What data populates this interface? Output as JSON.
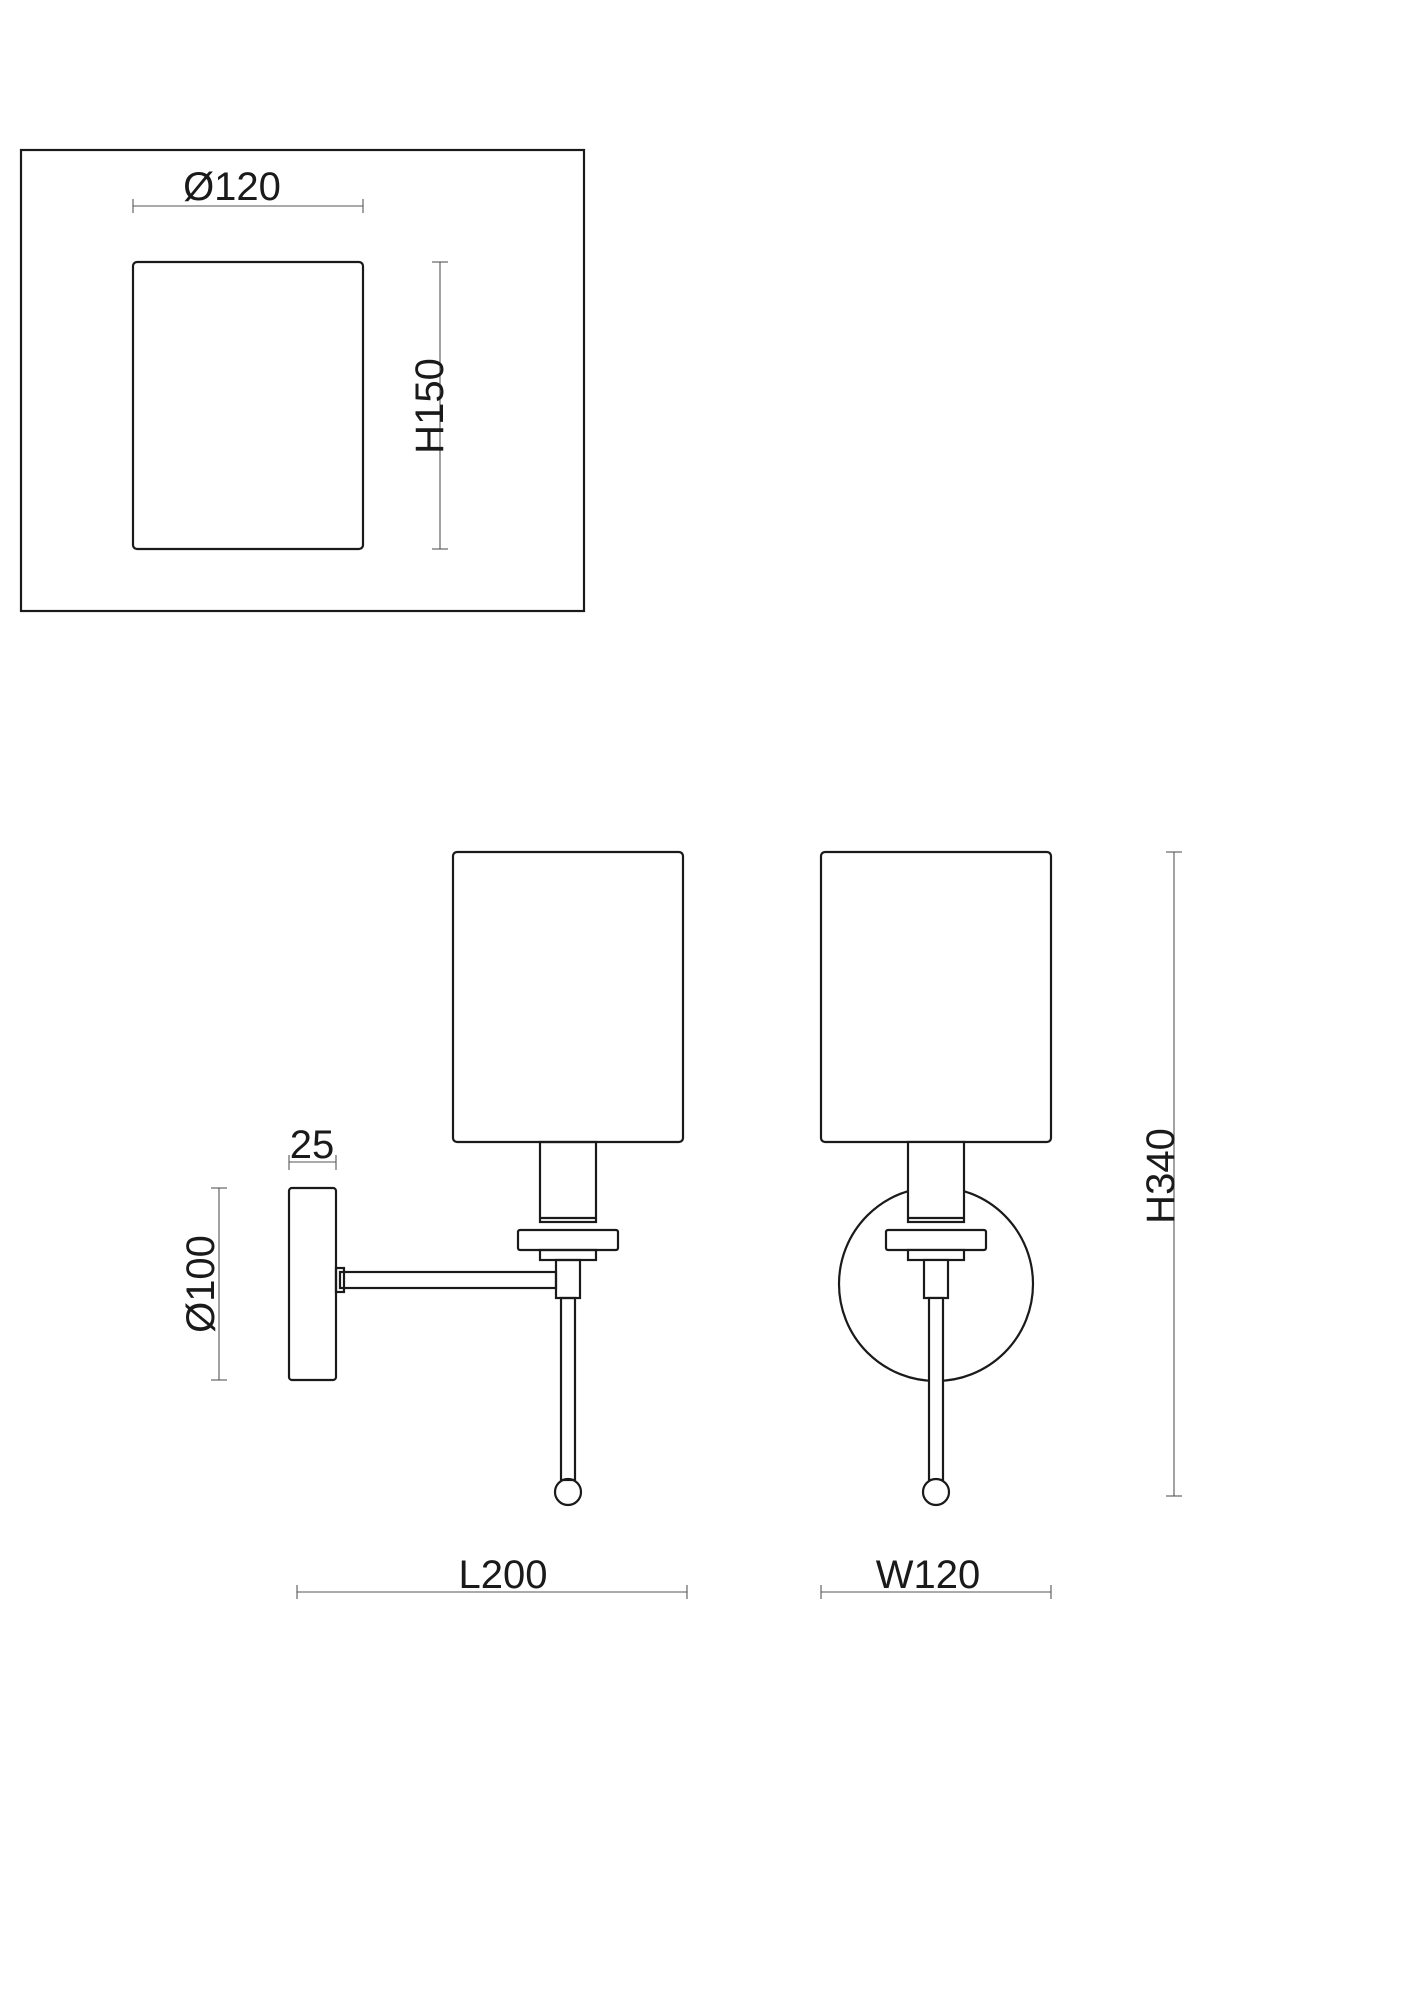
{
  "shade_detail": {
    "diameter_label": "Ø120",
    "height_label": "H150"
  },
  "side_view": {
    "backplate_depth_label": "25",
    "backplate_diameter_label": "Ø100",
    "length_label": "L200"
  },
  "front_view": {
    "width_label": "W120",
    "height_label": "H340"
  }
}
